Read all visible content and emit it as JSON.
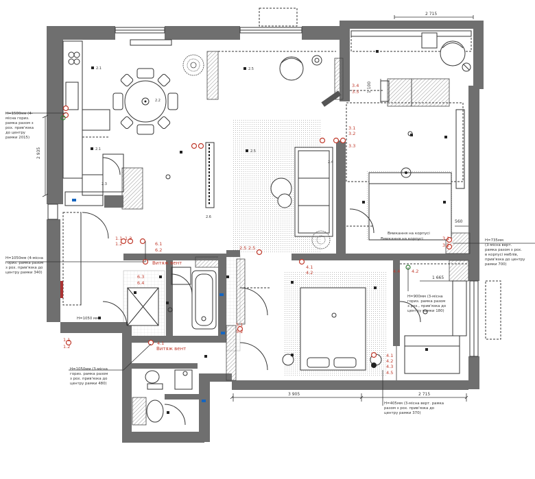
{
  "notes": [
    {
      "id": "kitchen",
      "lines": [
        "H=1500мм (4-",
        "місна гориз.",
        "рамка разом з",
        "рох. прив'язка",
        "до центру",
        "рамки 2015)"
      ]
    },
    {
      "id": "hall",
      "lines": [
        "H=1050мм (4-місна",
        "гориз. рамка разом",
        "з рох. прив'язка до",
        "центру рамки 340)"
      ]
    },
    {
      "id": "bath",
      "lines": [
        "H=1050мм (3-місна",
        "гориз. рамка разом",
        "з рох. прив'язка до",
        "центру рамки 480)"
      ]
    },
    {
      "id": "bedroom",
      "lines": [
        "H=405мм (3-місна верт. рамка",
        "разом з рох. прив'язка до",
        "центру рамки 370)"
      ]
    },
    {
      "id": "nursery",
      "lines": [
        "H=900мм (3-місна",
        "гориз. рамка разом",
        "з рох., прив'язка до",
        "центру рамки 180)"
      ]
    },
    {
      "id": "right",
      "lines": [
        "H=735мм",
        "(3-місна верт.",
        "рамка разом з рох.",
        "в корпусі меблів,",
        "прив'язка до центру",
        "рамки 700)"
      ]
    }
  ],
  "labels": {
    "vent1": "Витяж вент",
    "vent2": "Витяж вент",
    "builtin1": "Вмикання на корпусі",
    "builtin2": "Вмикання на корпусі",
    "h1050": "H=1050 мм"
  },
  "dims": {
    "d_2935": "2 935",
    "d_3905": "3 905",
    "d_2715": "2 715",
    "d_2715b": "2 715",
    "d_1100": "1 100",
    "d_560": "560",
    "d_1665": "1 665"
  },
  "marks": [
    "2.1",
    "2.2",
    "2.3",
    "2.4",
    "2.5",
    "2.6",
    "3.1",
    "3.2",
    "3.3",
    "3.4",
    "3.5",
    "4.1",
    "4.2",
    "4.3",
    "4.4",
    "4.5",
    "5.1",
    "5.2",
    "6.1",
    "6.2",
    "6.3",
    "6.4",
    "1.1",
    "1.2",
    "1.3"
  ]
}
